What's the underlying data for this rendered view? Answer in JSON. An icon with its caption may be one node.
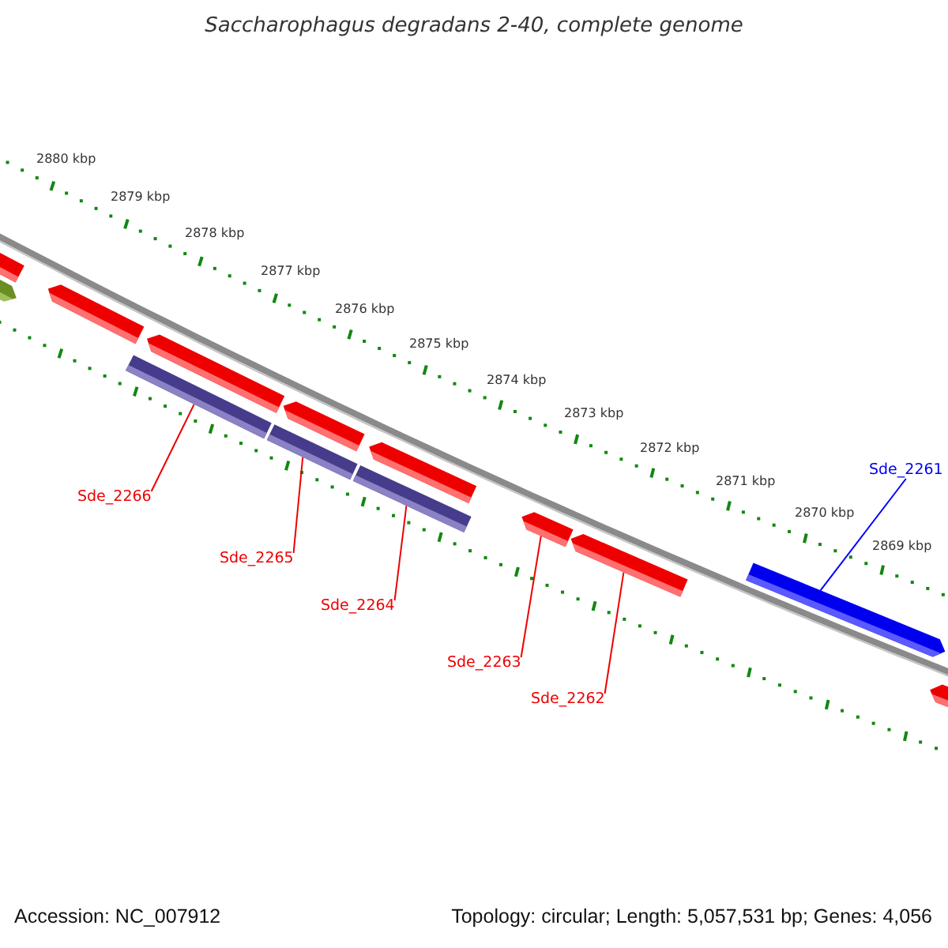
{
  "diagram": {
    "title": "Saccharophagus degradans 2-40, complete genome",
    "nodes": [
      {
        "text": [],
        "shape": "arrow"
      },
      {
        "text": [],
        "shape": "arrow"
      },
      {
        "text": [],
        "shape": "arrow"
      },
      {
        "text": [],
        "shape": "bar"
      },
      {
        "text": [],
        "shape": "arrow"
      },
      {
        "text": [],
        "shape": "bar"
      },
      {
        "text": [],
        "shape": "arrow"
      },
      {
        "text": [],
        "shape": "bar"
      },
      {
        "text": [],
        "shape": "arrow"
      },
      {
        "text": [],
        "shape": "arrow"
      },
      {
        "text": [],
        "shape": "arrow"
      },
      {
        "text": [],
        "shape": "arrow"
      },
      {
        "text": [],
        "shape": "arrow"
      },
      {
        "text": [
          "Sde_2266"
        ]
      },
      {
        "text": [
          "Sde_2265"
        ]
      },
      {
        "text": [
          "Sde_2264"
        ]
      },
      {
        "text": [
          "Sde_2263"
        ]
      },
      {
        "text": [
          "Sde_2262"
        ]
      },
      {
        "text": [
          "Sde_2261"
        ]
      }
    ],
    "edges": [
      {
        "from": 13,
        "to": 3,
        "arrow": "none"
      },
      {
        "from": 14,
        "to": 5,
        "arrow": "none"
      },
      {
        "from": 15,
        "to": 7,
        "arrow": "none"
      },
      {
        "from": 16,
        "to": 9,
        "arrow": "none"
      },
      {
        "from": 17,
        "to": 10,
        "arrow": "none"
      },
      {
        "from": 18,
        "to": 11,
        "arrow": "none",
        "color": "#0000ff"
      }
    ],
    "labels": [
      "2880 kbp",
      "2879 kbp",
      "2878 kbp",
      "2877 kbp",
      "2876 kbp",
      "2875 kbp",
      "2874 kbp",
      "2873 kbp",
      "2872 kbp",
      "2871 kbp",
      "2870 kbp",
      "2869 kbp",
      "Accession: NC_007912",
      "Topology: circular; Length: 5,057,531 bp; Genes: 4,056"
    ]
  }
}
